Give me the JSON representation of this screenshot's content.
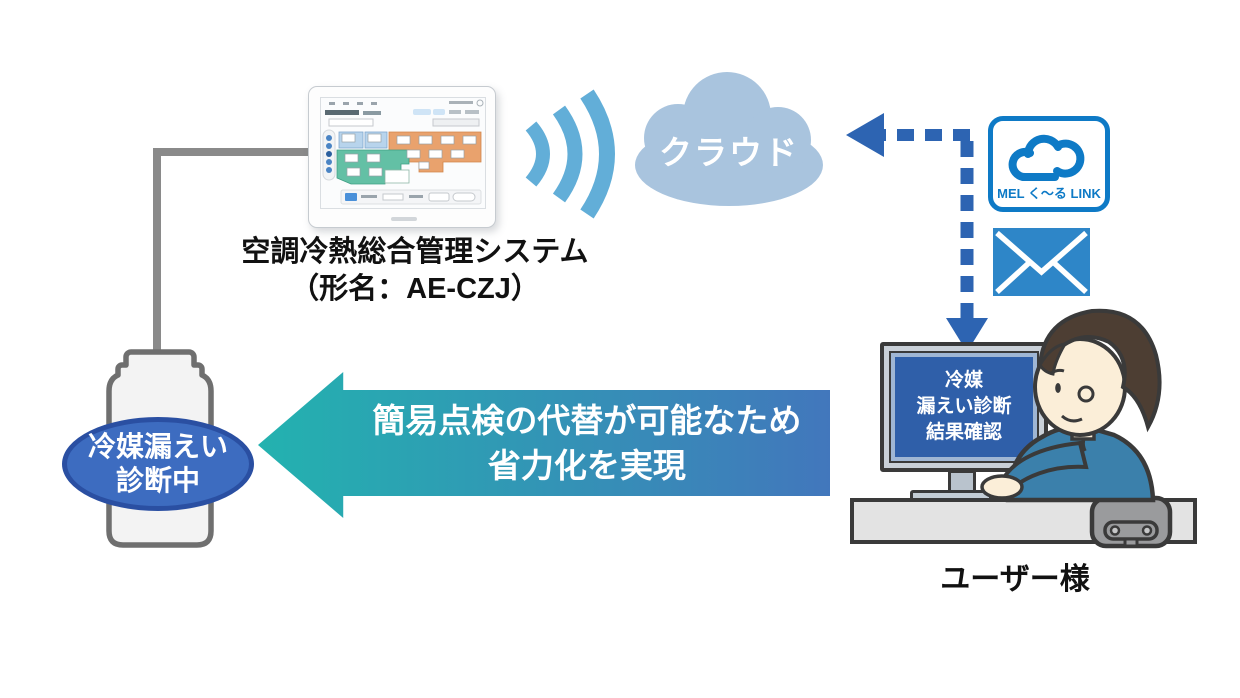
{
  "management_system": {
    "label_line1": "空調冷熱総合管理システム",
    "label_line2": "（形名：AE-CZJ）"
  },
  "cloud": {
    "label": "クラウド"
  },
  "mel_logo": {
    "label": "MEL く〜る LINK"
  },
  "user_station": {
    "monitor_lines": [
      "冷媒",
      "漏えい診断",
      "結果確認"
    ],
    "user_label": "ユーザー様"
  },
  "bottle_badge": {
    "line1": "冷媒漏えい",
    "line2": "診断中"
  },
  "benefit_arrow": {
    "line1": "簡易点検の代替が可能なため",
    "line2": "省力化を実現"
  },
  "colors": {
    "arrow_gradient_left": "#23b2af",
    "arrow_gradient_right": "#4277bc",
    "dashed_arrow_blue": "#2d64b2",
    "cloud_fill": "#a9c4de",
    "wifi_blue": "#62aed8",
    "mel_logo_blue": "#0e7ac6",
    "envelope_blue": "#2e86c8",
    "monitor_screen_blue": "#2f5fa9",
    "badge_blue": "#3d6cc0",
    "shirt_blue": "#3b80ab",
    "connector_gray": "#8a8a8a"
  }
}
